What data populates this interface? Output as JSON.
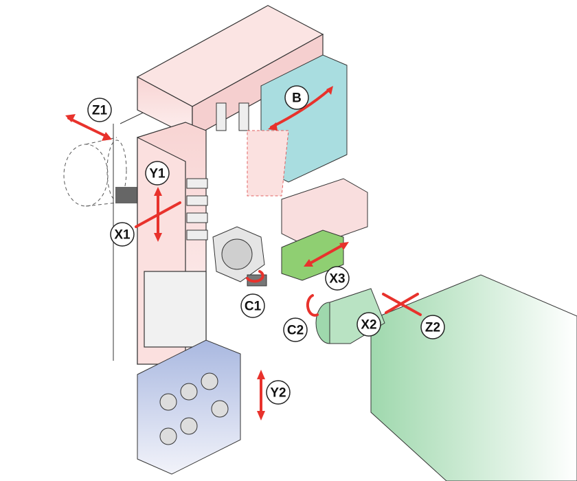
{
  "axes": [
    {
      "id": "z1",
      "label": "Z1"
    },
    {
      "id": "y1",
      "label": "Y1"
    },
    {
      "id": "x1",
      "label": "X1"
    },
    {
      "id": "b",
      "label": "B"
    },
    {
      "id": "x3",
      "label": "X3"
    },
    {
      "id": "c1",
      "label": "C1"
    },
    {
      "id": "c2",
      "label": "C2"
    },
    {
      "id": "x2",
      "label": "X2"
    },
    {
      "id": "z2",
      "label": "Z2"
    },
    {
      "id": "y2",
      "label": "Y2"
    }
  ],
  "colors": {
    "frame": "#f8d9d8",
    "b_turret": "#a9dde0",
    "x3_block": "#8fcf72",
    "y2_plate": "#a9b8e0",
    "spindle2": "#bfe6c8",
    "arrow": "#e8322c",
    "outline": "#333333"
  }
}
